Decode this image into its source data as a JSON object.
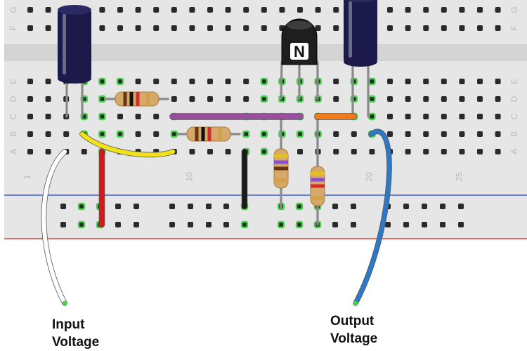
{
  "breadboard": {
    "row_letters": [
      "A",
      "B",
      "C",
      "D",
      "E",
      "F",
      "G"
    ],
    "column_numbers": [
      "1",
      "10",
      "20",
      "25"
    ],
    "colors": {
      "board": "#e6e6e6",
      "center_channel": "#d4d4d4",
      "hole": "#2a2a2a",
      "hole_active": "#49d14f",
      "rail_blue": "#3c5fd0",
      "rail_red": "#e04040"
    }
  },
  "components": {
    "transistor": {
      "label": "N",
      "type": "npn-transistor"
    },
    "capacitors": [
      {
        "name": "input-capacitor",
        "color": "#1b1a4a"
      },
      {
        "name": "output-capacitor",
        "color": "#1b1a4a"
      }
    ],
    "resistors": [
      {
        "name": "resistor-top",
        "bands": [
          "#6a3510",
          "#111111",
          "#d42c2c",
          "#d2a04a"
        ]
      },
      {
        "name": "resistor-middle",
        "bands": [
          "#6a3510",
          "#111111",
          "#d42c2c",
          "#d2a04a"
        ]
      },
      {
        "name": "resistor-vertical-left",
        "bands": [
          "#e8c21c",
          "#8b4dd6",
          "#6a3510",
          "#d2a04a"
        ]
      },
      {
        "name": "resistor-vertical-right",
        "bands": [
          "#e8c21c",
          "#8b4dd6",
          "#d42c2c",
          "#d2a04a"
        ]
      }
    ],
    "wires": [
      {
        "name": "yellow-wire",
        "color": "#f3e21a"
      },
      {
        "name": "red-wire",
        "color": "#d01b1b"
      },
      {
        "name": "black-wire",
        "color": "#1a1a1a"
      },
      {
        "name": "purple-wire",
        "color": "#9a4ea0"
      },
      {
        "name": "orange-wire",
        "color": "#f07a1c"
      },
      {
        "name": "white-wire",
        "color": "#ffffff"
      },
      {
        "name": "blue-wire",
        "color": "#2f78c8"
      }
    ]
  },
  "labels": {
    "input": [
      "Input",
      "Voltage"
    ],
    "output": [
      "Output",
      "Voltage"
    ]
  }
}
